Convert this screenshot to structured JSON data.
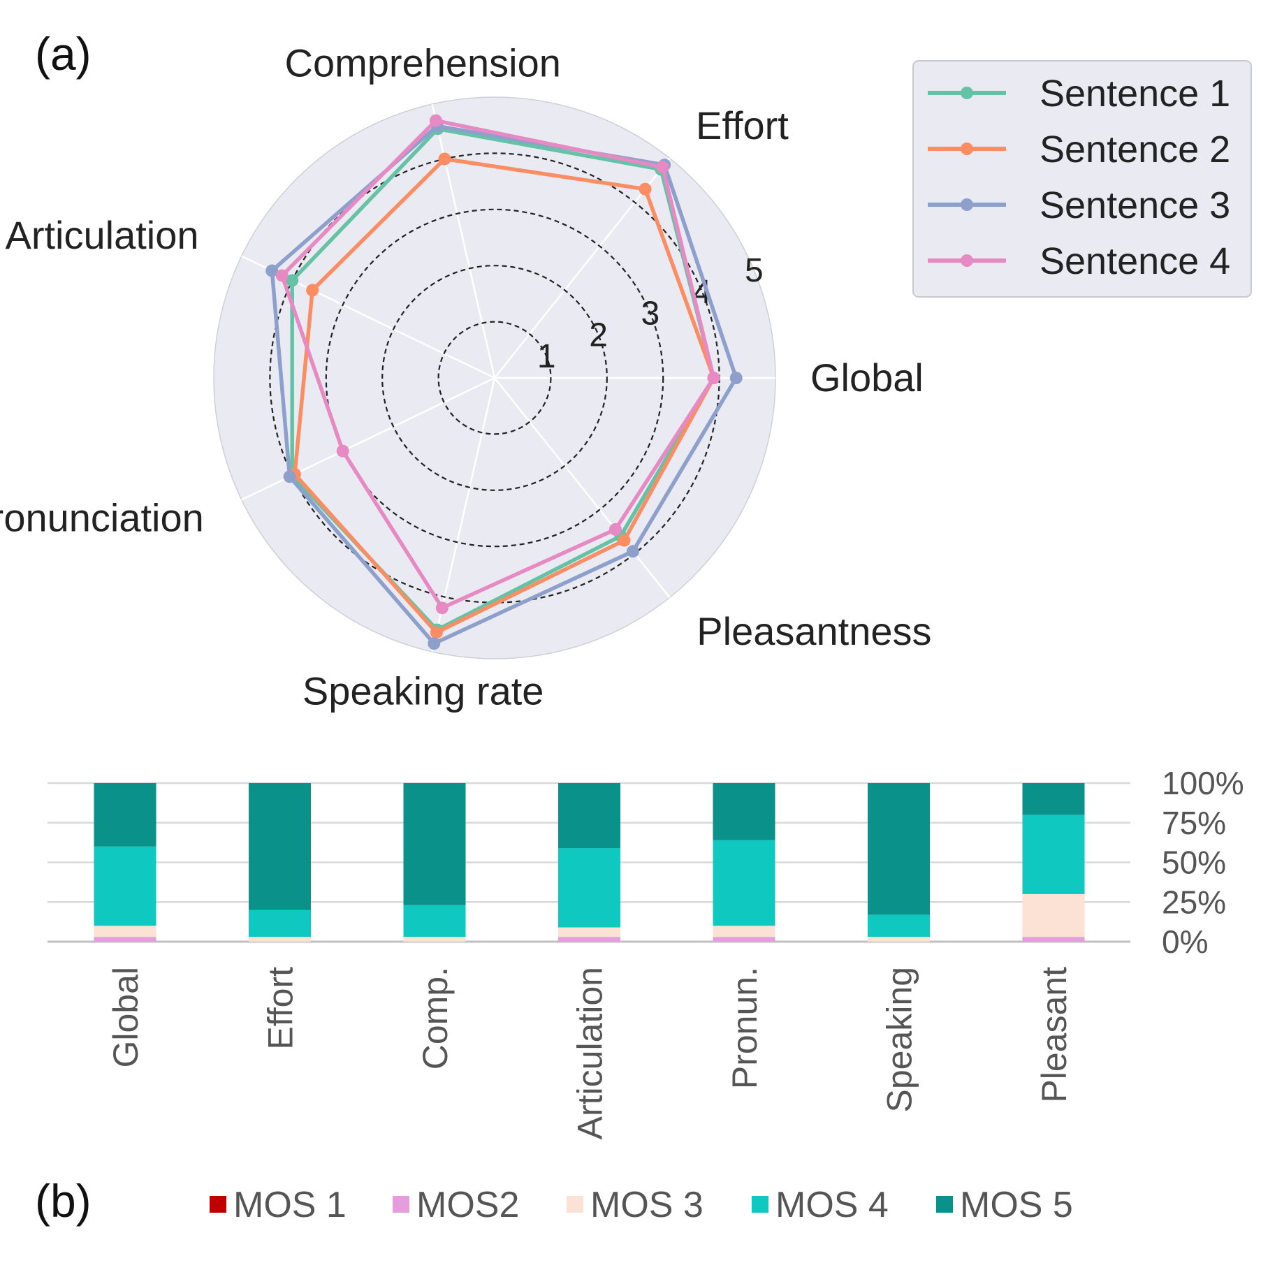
{
  "panel_labels": {
    "a": "(a)",
    "b": "(b)"
  },
  "chart_data": [
    {
      "type": "radar",
      "axes": [
        "Global",
        "Effort",
        "Comprehension",
        "Articulation",
        "Pronunciation",
        "Speaking rate",
        "Pleasantness"
      ],
      "radial_ticks": [
        "1",
        "2",
        "3",
        "4",
        "5"
      ],
      "rlim": [
        0,
        5
      ],
      "legend_position": "top-right",
      "series": [
        {
          "name": "Sentence 1",
          "color": "#66c2a5",
          "values": [
            3.9,
            4.75,
            4.55,
            4.0,
            4.0,
            4.6,
            3.6
          ]
        },
        {
          "name": "Sentence 2",
          "color": "#fc8d62",
          "values": [
            3.9,
            4.3,
            4.0,
            3.6,
            3.95,
            4.65,
            3.7
          ]
        },
        {
          "name": "Sentence 3",
          "color": "#8da0cb",
          "values": [
            4.3,
            4.85,
            4.6,
            4.4,
            4.05,
            4.85,
            3.95
          ]
        },
        {
          "name": "Sentence 4",
          "color": "#e78ac3",
          "values": [
            3.9,
            4.8,
            4.7,
            4.2,
            3.0,
            4.2,
            3.45
          ]
        }
      ]
    },
    {
      "type": "bar",
      "stacked": true,
      "categories": [
        "Global",
        "Effort",
        "Comp.",
        "Articulation",
        "Pronun.",
        "Speaking",
        "Pleasant"
      ],
      "yticks": [
        "0%",
        "25%",
        "50%",
        "75%",
        "100%"
      ],
      "ylim": [
        0,
        100
      ],
      "legend_position": "bottom",
      "series": [
        {
          "name": "MOS 1",
          "color": "#c00000",
          "values": [
            0,
            0,
            0,
            0,
            0,
            0,
            0
          ]
        },
        {
          "name": "MOS2",
          "color": "#e49edd",
          "values": [
            3,
            0,
            0,
            3,
            3,
            0,
            3
          ]
        },
        {
          "name": "MOS 3",
          "color": "#fbe2d5",
          "values": [
            7,
            3,
            3,
            6,
            7,
            3,
            27
          ]
        },
        {
          "name": "MOS 4",
          "color": "#0fc8bf",
          "values": [
            50,
            17,
            20,
            50,
            54,
            14,
            50
          ]
        },
        {
          "name": "MOS 5",
          "color": "#0a9189",
          "values": [
            40,
            80,
            77,
            41,
            36,
            83,
            20
          ]
        }
      ]
    }
  ]
}
